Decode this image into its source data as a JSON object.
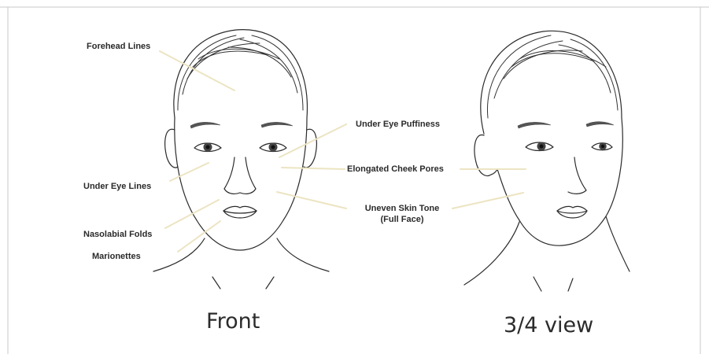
{
  "labels": {
    "forehead_lines": "Forehead Lines",
    "under_eye_lines": "Under Eye Lines",
    "nasolabial_folds": "Nasolabial Folds",
    "marionettes": "Marionettes",
    "under_eye_puffiness": "Under Eye Puffiness",
    "elongated_cheek_pores": "Elongated Cheek Pores",
    "uneven_skin_tone_line1": "Uneven Skin Tone",
    "uneven_skin_tone_line2": "(Full Face)"
  },
  "captions": {
    "front": "Front",
    "three_quarter": "3/4 view"
  },
  "colors": {
    "pointer_line": "#ece4c2",
    "frame_border": "#c8c8c8",
    "sketch_stroke": "#2b2b2b"
  }
}
